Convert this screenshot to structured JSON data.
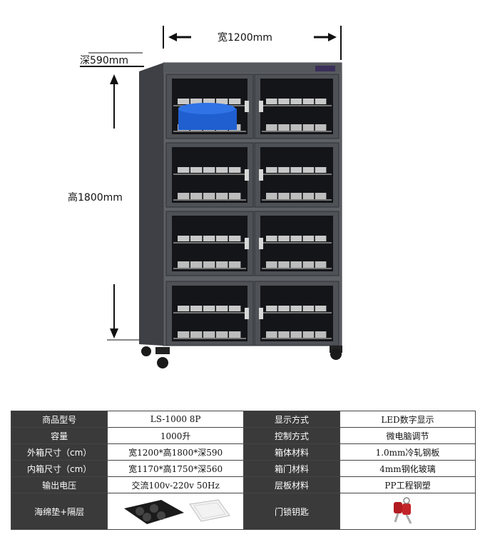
{
  "dimensions": {
    "width_label": "宽1200mm",
    "depth_label": "深590mm",
    "height_label": "高1800mm"
  },
  "specs": [
    {
      "k1": "商品型号",
      "v1": "LS-1000  8P",
      "k2": "显示方式",
      "v2": "LED数字显示"
    },
    {
      "k1": "容量",
      "v1": "1000升",
      "k2": "控制方式",
      "v2": "微电脑调节"
    },
    {
      "k1": "外箱尺寸（cm）",
      "v1": "宽1200*高1800*深590",
      "k2": "箱体材料",
      "v2": "1.0mm冷轧钢板"
    },
    {
      "k1": "内箱尺寸（cm）",
      "v1": "宽1170*高1750*深560",
      "k2": "箱门材料",
      "v2": "4mm钢化玻璃"
    },
    {
      "k1": "输出电压",
      "v1": "交流100v-220v 50Hz",
      "k2": "层板材料",
      "v2": "PP工程钢塑"
    },
    {
      "k1": "海绵垫+隔层",
      "v1": "",
      "k2": "门锁钥匙",
      "v2": ""
    }
  ],
  "colors": {
    "cabinet": "#5b5e63",
    "glass": "#151619",
    "header": "#3a3a3a"
  }
}
